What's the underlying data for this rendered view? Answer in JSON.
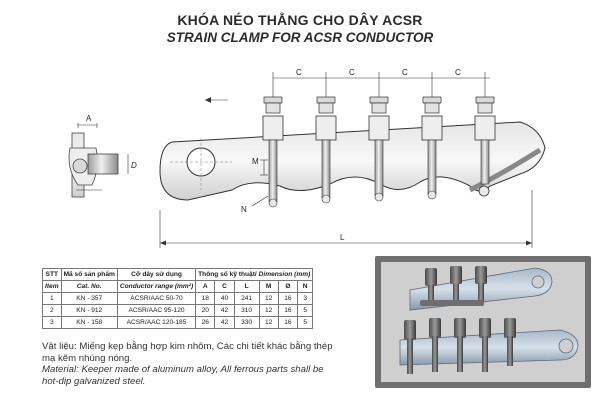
{
  "title": {
    "vn": "KHÓA NÉO THẲNG CHO DÂY ACSR",
    "en": "STRAIN CLAMP FOR ACSR CONDUCTOR"
  },
  "drawing": {
    "labels": {
      "a": "A",
      "d": "D",
      "c": "C",
      "m": "M",
      "n": "N",
      "l": "L"
    }
  },
  "table": {
    "headers": {
      "stt_vn": "STT",
      "stt_en": "Item",
      "cat_vn": "Mã số sản phẩm",
      "cat_en": "Cat. No.",
      "range_vn": "Cỡ dây sử dụng",
      "range_en": "Conductor range (mm²)",
      "dims_vn": "Thông số kỹ thuật/",
      "dims_en": "Dimension (mm)",
      "col_a": "A",
      "col_c": "C",
      "col_l": "L",
      "col_m": "M",
      "col_d": "Ø",
      "col_n": "N"
    },
    "rows": [
      {
        "item": "1",
        "cat": "KN - 357",
        "range": "ACSR/AAC 50-70",
        "a": "18",
        "c": "40",
        "l": "241",
        "m": "12",
        "d": "16",
        "n": "3"
      },
      {
        "item": "2",
        "cat": "KN - 912",
        "range": "ACSR/AAC 95-120",
        "a": "20",
        "c": "42",
        "l": "310",
        "m": "12",
        "d": "16",
        "n": "5"
      },
      {
        "item": "3",
        "cat": "KN - 158",
        "range": "ACSR/AAC 120-185",
        "a": "26",
        "c": "42",
        "l": "330",
        "m": "12",
        "d": "16",
        "n": "5"
      }
    ]
  },
  "material": {
    "vn_line1": "Vật liệu: Miếng kẹp bằng hợp kim nhôm, Các chi tiết khác bằng thép",
    "vn_line2": "mạ kẽm nhúng nóng.",
    "en_line1": "Material: Keeper made of aluminum alloy, All ferrous parts shall be",
    "en_line2": "hot-dip galvanized steel."
  }
}
